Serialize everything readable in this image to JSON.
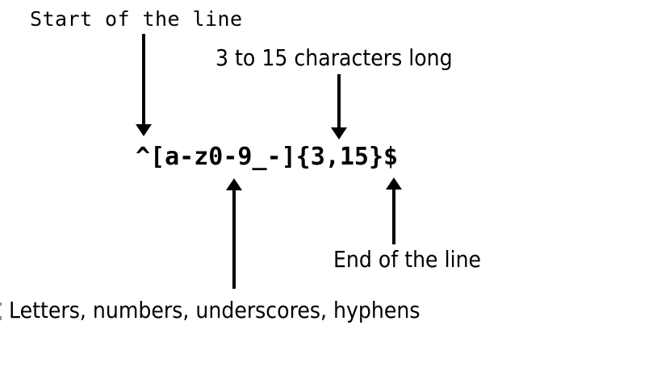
{
  "diagram": {
    "regex": "^[a-z0-9_-]{3,15}$",
    "annotations": [
      {
        "label": "Start of the line",
        "target": "^",
        "arrow_direction": "down"
      },
      {
        "label": "3 to 15 characters long",
        "target": "{3,15}",
        "arrow_direction": "down"
      },
      {
        "label": "Letters, numbers, underscores, hyphens",
        "target": "[a-z0-9_-]",
        "arrow_direction": "up"
      },
      {
        "label": "End of the line",
        "target": "$",
        "arrow_direction": "up"
      }
    ],
    "colors": {
      "text": "#000000",
      "arrows": "#000000",
      "background": "#ffffff"
    }
  }
}
